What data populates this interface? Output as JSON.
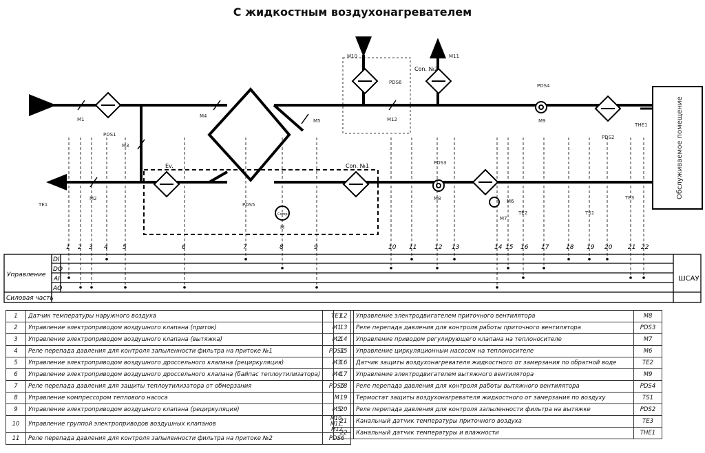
{
  "title": "С жидкостным воздухонагревателем",
  "scheme_labels": {
    "room": "Обслуживаемое помещение",
    "evaporator": "Ev.",
    "con1": "Con. №1",
    "con2": "Con. №2",
    "comp": "Comp.",
    "control_block": "ШСАУ",
    "row_control": "Управление",
    "row_power": "Силовая часть",
    "bus_DI": "DI",
    "bus_DO": "DO",
    "bus_AI": "AI",
    "bus_AO": "AO"
  },
  "device_tags": {
    "TE1": "TE1",
    "M1": "M1",
    "M2": "M2",
    "M3": "M3",
    "M4": "M4",
    "M5": "M5",
    "M": "M",
    "PDS1": "PDS1",
    "PDS5": "PDS5",
    "PDS6": "PDS6",
    "M10": "M10",
    "M11": "M11",
    "M12": "M12",
    "PDS3": "PDS3",
    "M8": "M8",
    "M6": "M6",
    "M7": "M7",
    "TE2": "TE2",
    "PDS4": "PDS4",
    "M9": "M9",
    "PDS2": "PDS2",
    "TS1": "TS1",
    "TE3": "TE3",
    "THE1": "THE1"
  },
  "channel_numbers": [
    "1",
    "2",
    "3",
    "4",
    "5",
    "6",
    "7",
    "8",
    "9",
    "10",
    "11",
    "12",
    "13",
    "14",
    "15",
    "16",
    "17",
    "18",
    "19",
    "20",
    "21",
    "22"
  ],
  "legend_left": [
    {
      "n": "1",
      "text": "Датчик температуры наружного воздуха",
      "code": "TE1"
    },
    {
      "n": "2",
      "text": "Управление электроприводом воздушного клапана (приток)",
      "code": "M1"
    },
    {
      "n": "3",
      "text": "Управление электроприводом воздушного клапана (вытяжка)",
      "code": "M2"
    },
    {
      "n": "4",
      "text": "Реле перепада давления для контроля запыленности фильтра на притоке №1",
      "code": "PDS1"
    },
    {
      "n": "5",
      "text": "Управление электроприводом воздушного дроссельного клапана (рециркуляция)",
      "code": "M3"
    },
    {
      "n": "6",
      "text": "Управление электроприводом воздушного дроссельного клапана (байпас теплоутилизатора)",
      "code": "M4"
    },
    {
      "n": "7",
      "text": "Реле перепада давления для защиты теплоутилизатора от обмерзания",
      "code": "PDS5"
    },
    {
      "n": "8",
      "text": "Управление компрессором теплового насоса",
      "code": "M"
    },
    {
      "n": "9",
      "text": "Управление электроприводом воздушного клапана (рециркуляция)",
      "code": "M5"
    },
    {
      "n": "10",
      "text": "Управление группой электроприводов воздушных клапанов",
      "code": "M10, M11, M12"
    },
    {
      "n": "11",
      "text": "Реле перепада давления для контроля запыленности фильтра на притоке №2",
      "code": "PDS6"
    }
  ],
  "legend_right": [
    {
      "n": "12",
      "text": "Управление электродвигателем приточного вентилятора",
      "code": "M8"
    },
    {
      "n": "13",
      "text": "Реле перепада давления для контроля работы приточного вентилятора",
      "code": "PDS3"
    },
    {
      "n": "14",
      "text": "Управление приводом регулирующего клапана на теплоносителе",
      "code": "M7"
    },
    {
      "n": "15",
      "text": "Управление циркуляционным насосом на теплоносителе",
      "code": "M6"
    },
    {
      "n": "16",
      "text": "Датчик защиты воздухонагревателя жидкостного от замерзания по обратной воде",
      "code": "TE2"
    },
    {
      "n": "17",
      "text": "Управление электродвигателем вытяжного вентилятора",
      "code": "M9"
    },
    {
      "n": "18",
      "text": "Реле перепада давления для контроля работы вытяжного вентилятора",
      "code": "PDS4"
    },
    {
      "n": "19",
      "text": "Термостат защиты воздухонагревателя жидкостного от замерзания по воздуху",
      "code": "TS1"
    },
    {
      "n": "20",
      "text": "Реле перепада давления для контроля запыленности фильтра на вытяжке",
      "code": "PDS2"
    },
    {
      "n": "21",
      "text": "Канальный датчик температуры приточного воздуха",
      "code": "TE3"
    },
    {
      "n": "22",
      "text": "Канальный датчик температуры и влажности",
      "code": "THE1"
    }
  ]
}
